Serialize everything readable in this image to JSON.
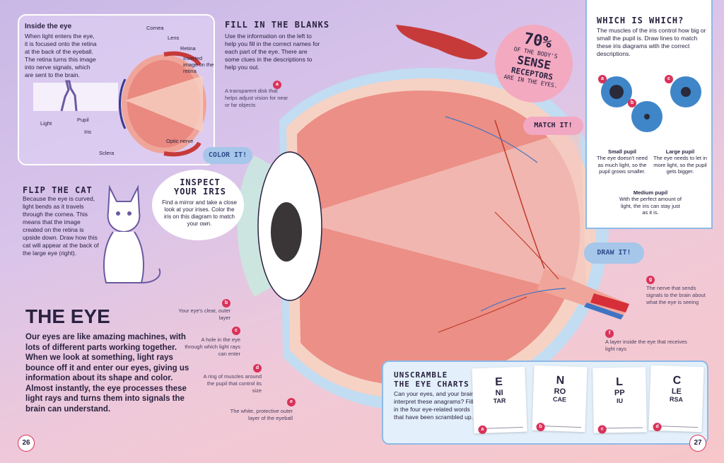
{
  "inside_eye": {
    "title": "Inside the eye",
    "text": "When light enters the eye, it is focused onto the retina at the back of the eyeball. The retina turns this image into nerve signals, which are sent to the brain.",
    "labels": {
      "cornea": "Cornea",
      "lens": "Lens",
      "retina": "Retina",
      "inverted": "Inverted image on the retina",
      "light": "Light",
      "pupil": "Pupil",
      "iris": "Iris",
      "sclera": "Sclera",
      "optic": "Optic nerve"
    }
  },
  "fill_blanks": {
    "title": "Fill in the blanks",
    "text": "Use the information on the left to help you fill in the correct names for each part of the eye. There are some clues in the descriptions to help you out."
  },
  "stat": {
    "percent": "70%",
    "line1": "of the body's",
    "line2": "sense",
    "line3": "receptors",
    "line4": "are in the eyes."
  },
  "which": {
    "title": "Which is which?",
    "text": "The muscles of the iris control how big or small the pupil is. Draw lines to match these iris diagrams with the correct descriptions.",
    "small_title": "Small pupil",
    "small_text": "The eye doesn't need as much light, so the pupil grows smaller.",
    "large_title": "Large pupil",
    "large_text": "The eye needs to let in more light, so the pupil gets bigger.",
    "medium_title": "Medium pupil",
    "medium_text": "With the perfect amount of light, the iris can stay just as it is.",
    "a": "a",
    "b": "b",
    "c": "c"
  },
  "clouds": {
    "color": "COLOR IT!",
    "match": "MATCH IT!",
    "draw": "DRAW IT!"
  },
  "cat": {
    "title": "Flip the cat",
    "text": "Because the eye is curved, light bends as it travels through the cornea. This means that the image created on the retina is upside down. Draw how this cat will appear at the back of the large eye (right)."
  },
  "iris": {
    "title_line1": "Inspect",
    "title_line2": "your iris",
    "text": "Find a mirror and take a close look at your irises. Color the iris on this diagram to match your own."
  },
  "main": {
    "title": "THE EYE",
    "text": "Our eyes are like amazing machines, with lots of different parts working together. When we look at something, light rays bounce off it and enter our eyes, giving us information about its shape and color. Almost instantly, the eye processes these light rays and turns them into signals the brain can understand."
  },
  "clues": {
    "a": {
      "letter": "a",
      "text": "A transparent disk that helps adjust vision for near or far objects"
    },
    "b": {
      "letter": "b",
      "text": "Your eye's clear, outer layer"
    },
    "c": {
      "letter": "c",
      "text": "A hole in the eye through which light rays can enter"
    },
    "d": {
      "letter": "d",
      "text": "A ring of muscles around the pupil that control its size"
    },
    "e": {
      "letter": "e",
      "text": "The white, protective outer layer of the eyeball"
    },
    "f": {
      "letter": "f",
      "text": "A layer inside the eye that receives light rays"
    },
    "g": {
      "letter": "g",
      "text": "The nerve that sends signals to the brain about what the eye is seeing"
    }
  },
  "unscramble": {
    "title_line1": "Unscramble",
    "title_line2": "the eye charts",
    "text": "Can your eyes, and your brain, interpret these anagrams? Fill in the four eye-related words that have been scrambled up.",
    "cards": [
      {
        "letter": "a",
        "r1": "E",
        "r2": "NI",
        "r3": "TAR"
      },
      {
        "letter": "b",
        "r1": "N",
        "r2": "RO",
        "r3": "CAE"
      },
      {
        "letter": "c",
        "r1": "L",
        "r2": "PP",
        "r3": "IU"
      },
      {
        "letter": "d",
        "r1": "C",
        "r2": "LE",
        "r3": "RSA"
      }
    ]
  },
  "pages": {
    "left": "26",
    "right": "27"
  }
}
